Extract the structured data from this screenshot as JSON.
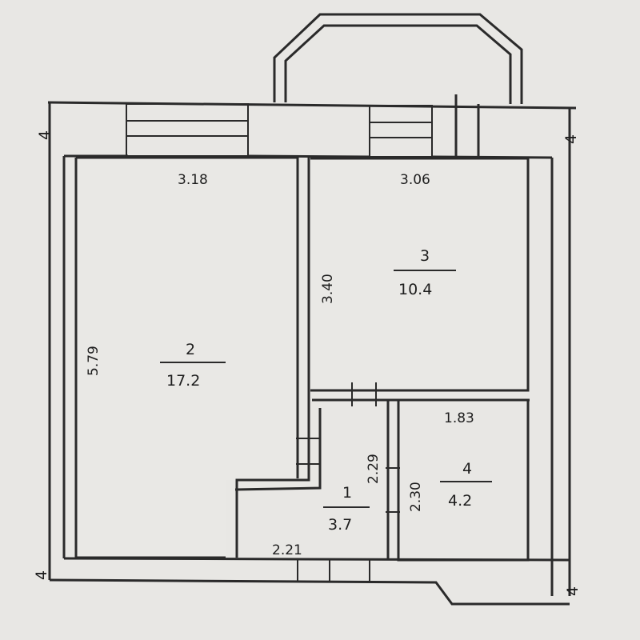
{
  "plan": {
    "axis_marker": "4",
    "rooms": [
      {
        "number": "2",
        "area": "17.2",
        "width": "3.18",
        "length": "5.79"
      },
      {
        "number": "3",
        "area": "10.4",
        "width": "3.06",
        "length": "3.40"
      },
      {
        "number": "1",
        "area": "3.7",
        "width": "2.21",
        "length": "2.29"
      },
      {
        "number": "4",
        "area": "4.2",
        "width": "1.83",
        "length": "2.30"
      }
    ]
  }
}
